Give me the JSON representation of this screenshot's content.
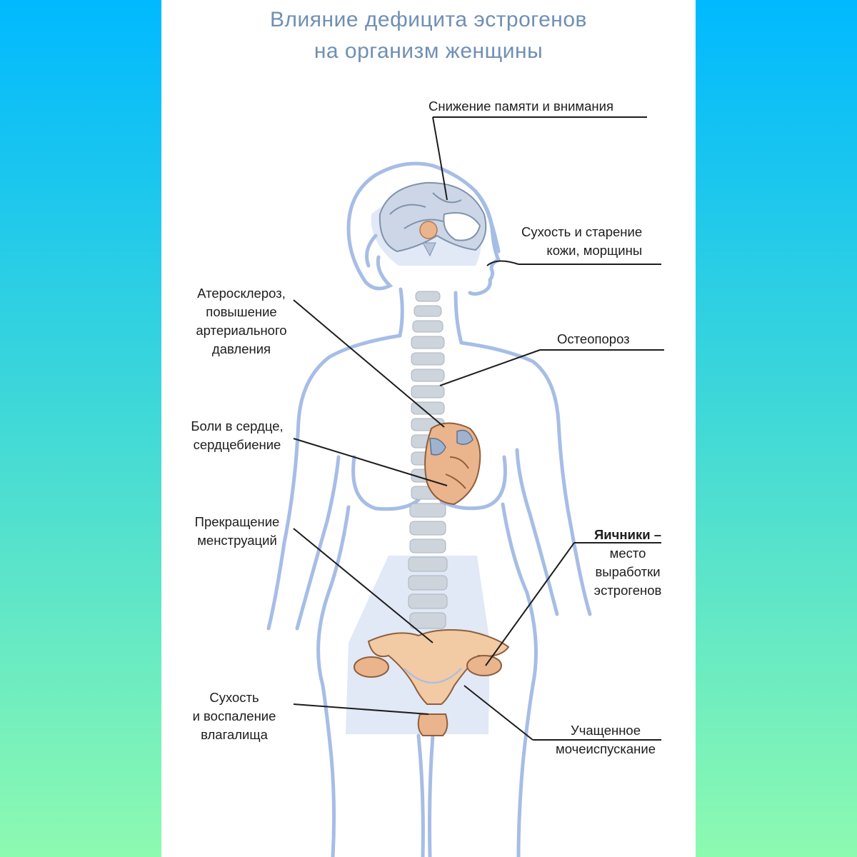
{
  "title": {
    "line1": "Влияние дефицита эстрогенов",
    "line2": "на организм женщины"
  },
  "labels": {
    "memory": "Снижение памяти и внимания",
    "skin": {
      "line1": "Сухость и старение",
      "line2": "кожи, морщины"
    },
    "atherosclerosis": {
      "line1": "Атеросклероз,",
      "line2": "повышение",
      "line3": "артериального",
      "line4": "давления"
    },
    "osteoporosis": "Остеопороз",
    "heart": {
      "line1": "Боли в сердце,",
      "line2": "сердцебиение"
    },
    "menstruation": {
      "line1": "Прекращение",
      "line2": "менструаций"
    },
    "ovaries": {
      "line1": "Яичники –",
      "line2": "место",
      "line3": "выработки",
      "line4": "эстрогенов"
    },
    "vagina": {
      "line1": "Сухость",
      "line2": "и воспаление",
      "line3": "влагалища"
    },
    "urination": {
      "line1": "Учащенное",
      "line2": "мочеиспускание"
    }
  },
  "colors": {
    "background_top": "#00b9ff",
    "background_bottom": "#8dfab0",
    "title": "#6f8fb4",
    "body_outline": "#a6bde6",
    "body_fill": "#e1e8f6",
    "organ": "#eab48c",
    "spine": "#cdd4dc"
  }
}
